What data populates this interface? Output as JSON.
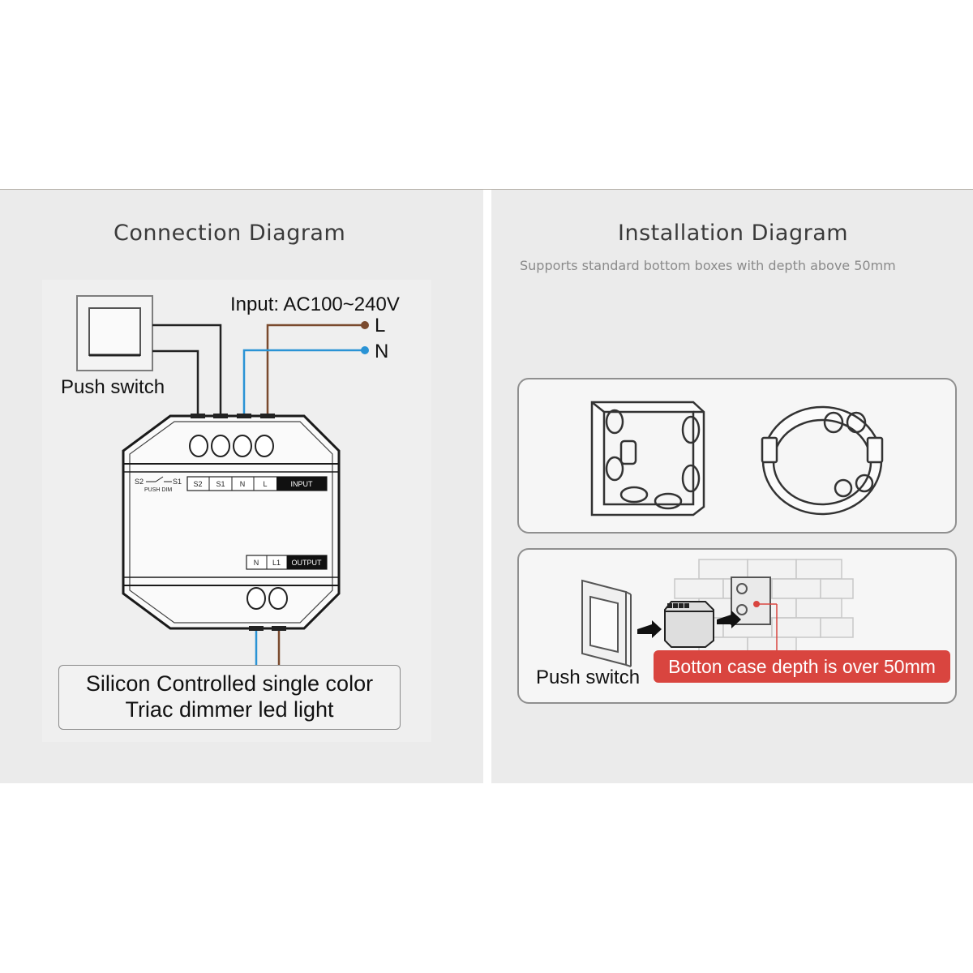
{
  "connection": {
    "title": "Connection Diagram",
    "input_label": "Input: AC100~240V",
    "line_label": "L",
    "neutral_label": "N",
    "push_switch_label": "Push switch",
    "switch_symbol_left": "S2",
    "switch_symbol_right": "S1",
    "switch_symbol_caption": "PUSH DIM",
    "input_terminals": [
      "S2",
      "S1",
      "N",
      "L"
    ],
    "input_tag": "INPUT",
    "output_terminals": [
      "N",
      "L1"
    ],
    "output_tag": "OUTPUT",
    "load_line1": "Silicon Controlled single color",
    "load_line2": "Triac dimmer led light"
  },
  "installation": {
    "title": "Installation Diagram",
    "subtitle": "Supports standard bottom boxes with depth above 50mm",
    "push_switch_label": "Push switch",
    "depth_note": "Botton case depth is over 50mm"
  },
  "colors": {
    "live_wire": "#7a4a2e",
    "neutral_wire": "#2a93d5",
    "note_red": "#d9453f"
  }
}
